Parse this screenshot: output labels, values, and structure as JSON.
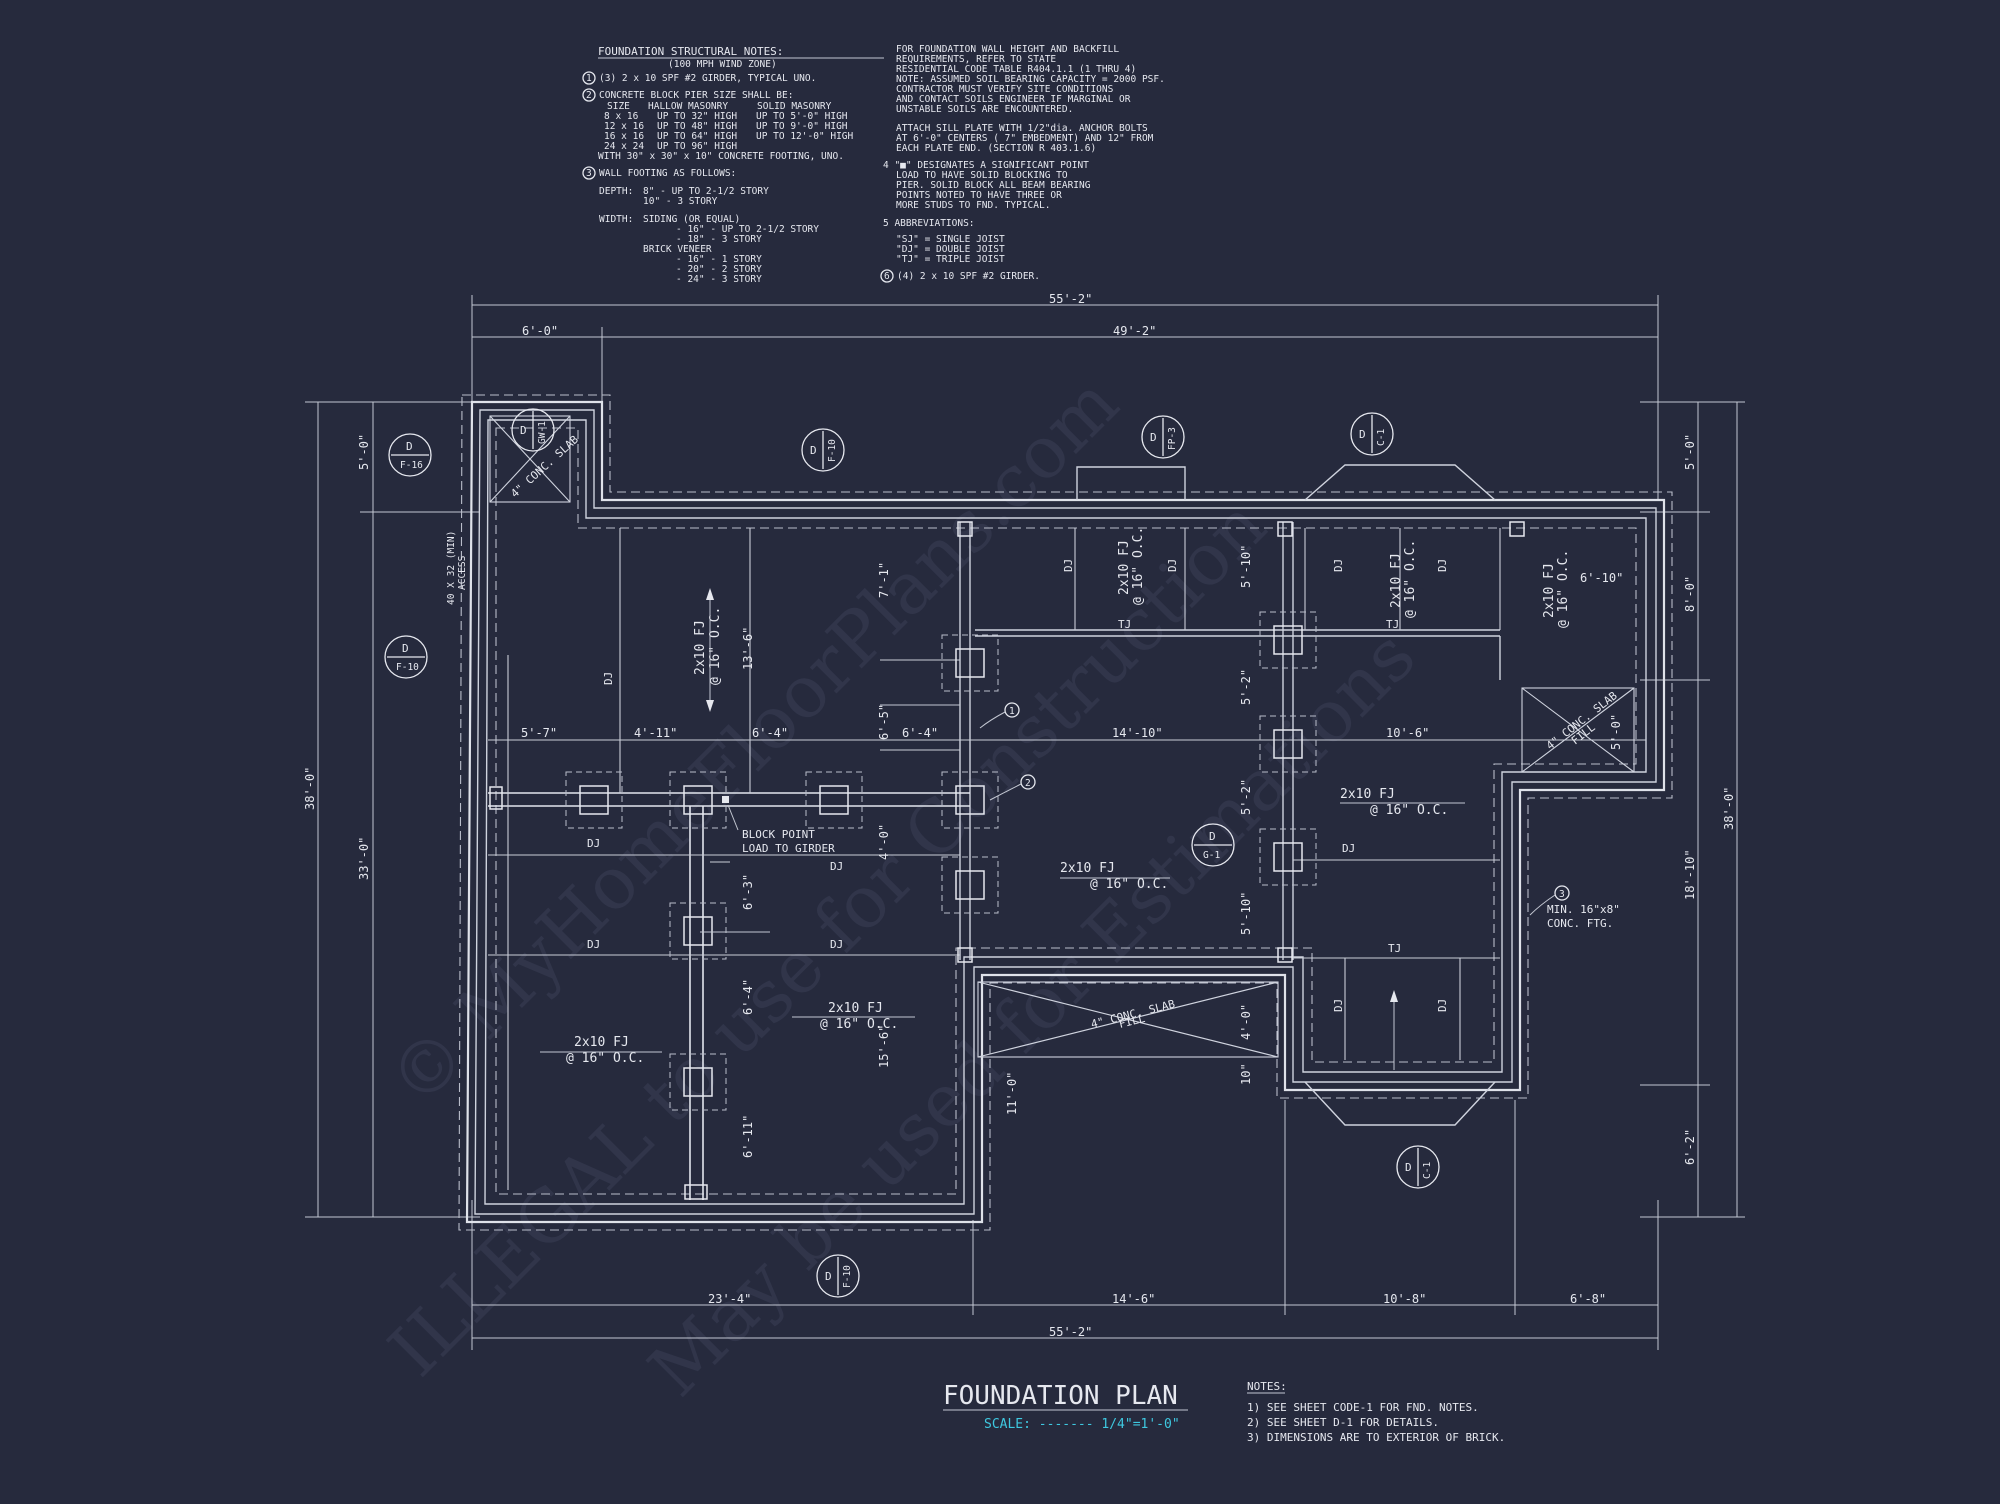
{
  "notes_left": {
    "title": "FOUNDATION STRUCTURAL NOTES:",
    "subtitle": "(100 MPH WIND ZONE)",
    "n1": "(3) 2 x 10 SPF #2 GIRDER, TYPICAL UNO.",
    "n2": "CONCRETE BLOCK PIER SIZE SHALL BE:",
    "pier_header": [
      "SIZE",
      "HALLOW MASONRY",
      "SOLID MASONRY"
    ],
    "pier_rows": [
      [
        "8 x 16",
        "UP TO 32\" HIGH",
        "UP TO 5'-0\" HIGH"
      ],
      [
        "12 x 16",
        "UP TO 48\" HIGH",
        "UP TO 9'-0\" HIGH"
      ],
      [
        "16 x 16",
        "UP TO 64\" HIGH",
        "UP TO 12'-0\" HIGH"
      ],
      [
        "24 x 24",
        "UP TO 96\" HIGH",
        ""
      ]
    ],
    "pier_footing": "WITH 30\" x 30\" x 10\" CONCRETE FOOTING, UNO.",
    "n3": "WALL FOOTING AS FOLLOWS:",
    "depth_label": "DEPTH:",
    "depth_1": "8\" - UP TO 2-1/2 STORY",
    "depth_2": "10\" - 3 STORY",
    "width_label": "WIDTH:",
    "width_siding": "SIDING (OR EQUAL)",
    "width_s1": "- 16\" - UP TO 2-1/2 STORY",
    "width_s2": "- 18\" - 3 STORY",
    "brick_veneer": "BRICK VENEER",
    "width_b1": "- 16\" - 1 STORY",
    "width_b2": "- 20\" - 2 STORY",
    "width_b3": "- 24\" - 3 STORY"
  },
  "notes_right": {
    "p1": [
      "FOR FOUNDATION WALL HEIGHT AND BACKFILL",
      "REQUIREMENTS, REFER TO STATE",
      "RESIDENTIAL CODE TABLE R404.1.1 (1 THRU 4)",
      "NOTE: ASSUMED SOIL BEARING CAPACITY = 2000 PSF.",
      "CONTRACTOR MUST VERIFY SITE CONDITIONS",
      "AND CONTACT SOILS ENGINEER IF MARGINAL OR",
      "UNSTABLE SOILS ARE ENCOUNTERED."
    ],
    "p2": [
      "ATTACH SILL PLATE WITH 1/2\"dia. ANCHOR BOLTS",
      "AT 6'-0\" CENTERS ( 7\" EMBEDMENT) AND 12\" FROM",
      "EACH PLATE END. (SECTION R 403.1.6)"
    ],
    "p4": [
      "4  \"■\" DESIGNATES A SIGNIFICANT POINT",
      "LOAD TO HAVE SOLID BLOCKING TO",
      "PIER. SOLID BLOCK ALL BEAM BEARING",
      "POINTS NOTED TO HAVE THREE OR",
      "MORE STUDS TO FND. TYPICAL."
    ],
    "p5_title": "5  ABBREVIATIONS:",
    "abbr": [
      "\"SJ\" = SINGLE JOIST",
      "\"DJ\" = DOUBLE JOIST",
      "\"TJ\" = TRIPLE JOIST"
    ],
    "n6": "(4) 2 x 10 SPF #2 GIRDER."
  },
  "dims": {
    "top_overall": "55'-2\"",
    "top_left": "6'-0\"",
    "top_right": "49'-2\"",
    "bottom_overall": "55'-2\"",
    "bottom_1": "23'-4\"",
    "bottom_2": "14'-6\"",
    "bottom_3": "10'-8\"",
    "bottom_4": "6'-8\"",
    "left_overall": "38'-0\"",
    "left_top": "5'-0\"",
    "left_main": "33'-0\"",
    "right_overall": "38'-0\"",
    "right_1": "5'-0\"",
    "right_2": "8'-0\"",
    "right_3": "18'-10\"",
    "right_4": "6'-2\"",
    "row_5_7": "5'-7\"",
    "row_4_11": "4'-11\"",
    "row_6_4a": "6'-4\"",
    "row_6_4b": "6'-4\"",
    "row_14_10": "14'-10\"",
    "row_10_6": "10'-6\"",
    "v_7_1": "7'-1\"",
    "v_13_6": "13'-6\"",
    "v_6_5": "6'-5\"",
    "v_4_0a": "4'-0\"",
    "v_6_3": "6'-3\"",
    "v_6_4": "6'-4\"",
    "v_15_6": "15'-6\"",
    "v_6_11": "6'-11\"",
    "v_5_10a": "5'-10\"",
    "v_5_2a": "5'-2\"",
    "v_5_2b": "5'-2\"",
    "v_5_10b": "5'-10\"",
    "v_4_0b": "4'-0\"",
    "v_10": "10\"",
    "v_11_0": "11'-0\"",
    "h_6_10": "6'-10\"",
    "v_5_0_slab": "5'-0\""
  },
  "labels": {
    "fj": "2x10 FJ",
    "oc": "@ 16\" O.C.",
    "dj": "DJ",
    "tj": "TJ",
    "block_point_1": "BLOCK POINT",
    "block_point_2": "LOAD TO GIRDER",
    "access": "40 X 32 (MIN)",
    "access2": "ACCESS",
    "slab": "4\" CONC. SLAB",
    "fill": "FILL",
    "ftg_1": "MIN. 16\"x8\"",
    "ftg_2": "CONC. FTG.",
    "callout_1": "1",
    "callout_2": "2",
    "callout_3": "3",
    "callout_6": "6"
  },
  "bubbles": {
    "d": "D",
    "f16": "F-16",
    "f10": "F-10",
    "fp3": "FP-3",
    "c1": "C-1",
    "g1": "G-1",
    "gw1": "GW-1"
  },
  "title_block": {
    "title": "FOUNDATION PLAN",
    "scale": "SCALE: ------- 1/4\"=1'-0\""
  },
  "notes_bottom": {
    "title": "NOTES:",
    "items": [
      "1)  SEE SHEET CODE-1 FOR FND. NOTES.",
      "2)  SEE SHEET D-1 FOR DETAILS.",
      "3)  DIMENSIONS ARE TO EXTERIOR OF BRICK."
    ]
  },
  "watermark": {
    "line1": "© MyHomeFloorPlans.com",
    "line2": "ILLEGAL to use for Construction",
    "line3": "May be used for Estimations"
  },
  "colors": {
    "background": "#262a3d",
    "linework": "#e6e8ef",
    "scale_text": "#3ec8e0"
  }
}
